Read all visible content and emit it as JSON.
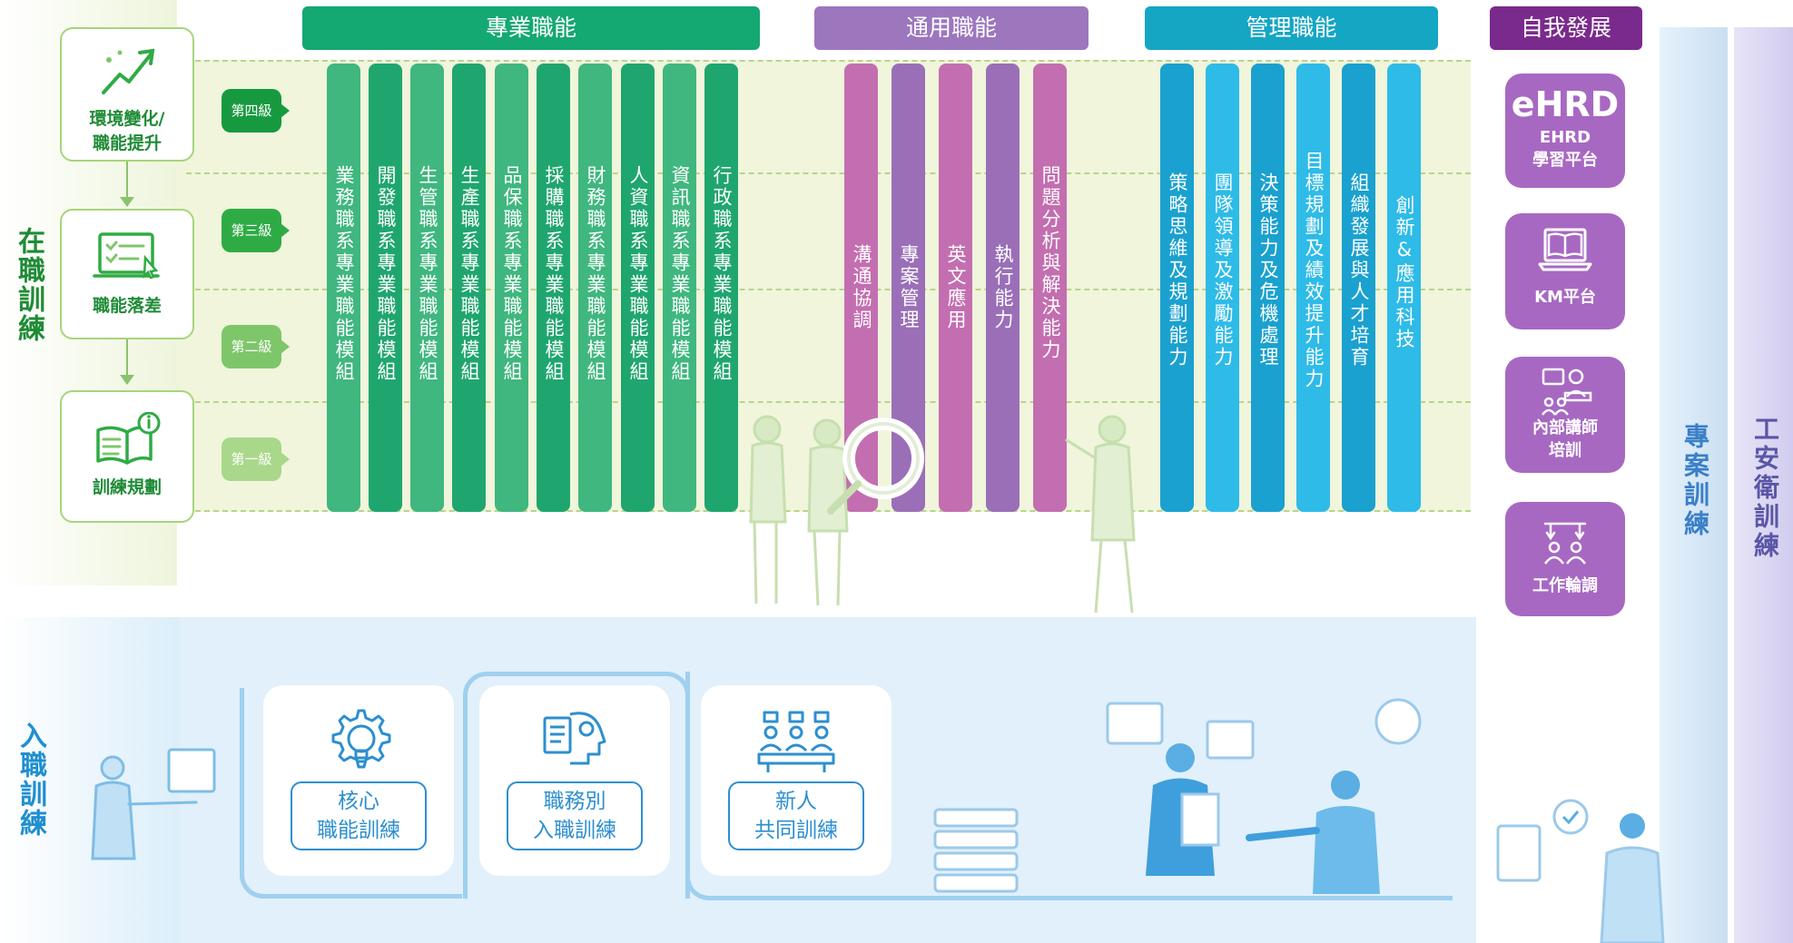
{
  "sections": {
    "on_job": "在職訓練",
    "onboarding": "入職訓練"
  },
  "steps": [
    {
      "label": "環境變化/\n職能提升",
      "icon": "growth-chart-icon"
    },
    {
      "label": "職能落差",
      "icon": "screen-checklist-icon"
    },
    {
      "label": "訓練規劃",
      "icon": "book-info-icon"
    }
  ],
  "levels": [
    {
      "label": "第四級",
      "color": "#179a3f"
    },
    {
      "label": "第三級",
      "color": "#2fab45"
    },
    {
      "label": "第二級",
      "color": "#7dc66a"
    },
    {
      "label": "第一級",
      "color": "#a9d88a"
    }
  ],
  "categories": [
    {
      "label": "專業職能",
      "color": "#14a872"
    },
    {
      "label": "通用職能",
      "color": "#9c77be"
    },
    {
      "label": "管理職能",
      "color": "#15a6c4"
    },
    {
      "label": "自我發展",
      "color": "#7a2a8c"
    }
  ],
  "professional_modules": [
    {
      "label": "業務職系專業職能模組",
      "color": "#3fb77f"
    },
    {
      "label": "開發職系專業職能模組",
      "color": "#1fa66e"
    },
    {
      "label": "生管職系專業職能模組",
      "color": "#3fb77f"
    },
    {
      "label": "生產職系專業職能模組",
      "color": "#1fa66e"
    },
    {
      "label": "品保職系專業職能模組",
      "color": "#3fb77f"
    },
    {
      "label": "採購職系專業職能模組",
      "color": "#1fa66e"
    },
    {
      "label": "財務職系專業職能模組",
      "color": "#3fb77f"
    },
    {
      "label": "人資職系專業職能模組",
      "color": "#1fa66e"
    },
    {
      "label": "資訊職系專業職能模組",
      "color": "#3fb77f"
    },
    {
      "label": "行政職系專業職能模組",
      "color": "#1fa66e"
    }
  ],
  "general_modules": [
    {
      "label": "溝通協調",
      "color": "#c36eb0"
    },
    {
      "label": "專案管理",
      "color": "#9a6fb8"
    },
    {
      "label": "英文應用",
      "color": "#c36eb0"
    },
    {
      "label": "執行能力",
      "color": "#9a6fb8"
    },
    {
      "label": "問題分析與解決能力",
      "color": "#c36eb0"
    }
  ],
  "management_modules": [
    {
      "label": "策略思維及規劃能力",
      "color": "#1aa1cf"
    },
    {
      "label": "團隊領導及激勵能力",
      "color": "#2ebbe8"
    },
    {
      "label": "決策能力及危機處理",
      "color": "#1aa1cf"
    },
    {
      "label": "目標規劃及績效提升能力",
      "color": "#2ebbe8"
    },
    {
      "label": "組織發展與人才培育",
      "color": "#1aa1cf"
    },
    {
      "label": "創新&應用科技",
      "color": "#2ebbe8"
    }
  ],
  "self_development": [
    {
      "title": "eHRD",
      "subtitle": "EHRD\n學習平台"
    },
    {
      "label": "KM平台",
      "icon": "laptop-book-icon"
    },
    {
      "label": "內部講師\n培訓",
      "icon": "lecturer-icon"
    },
    {
      "label": "工作輪調",
      "icon": "rotation-icon"
    }
  ],
  "right_labels": {
    "project": "專案訓練",
    "safety": "工安衛訓練"
  },
  "onboarding_cards": [
    {
      "label": "核心\n職能訓練",
      "icon": "gear-bulb-icon"
    },
    {
      "label": "職務別\n入職訓練",
      "icon": "head-document-icon"
    },
    {
      "label": "新人\n共同訓練",
      "icon": "group-meeting-icon"
    }
  ]
}
